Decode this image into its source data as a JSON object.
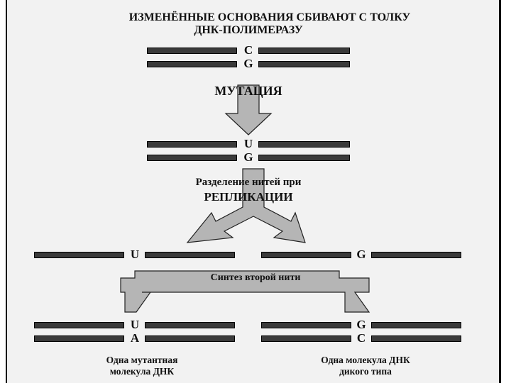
{
  "title": {
    "line1": "ИЗМЕНЁННЫЕ ОСНОВАНИЯ СБИВАЮТ С ТОЛКУ",
    "line2": "ДНК-ПОЛИМЕРАЗУ"
  },
  "initial_pair": {
    "top": "C",
    "bottom": "G"
  },
  "mutation_label": "МУТАЦИЯ",
  "mutated_pair": {
    "top": "U",
    "bottom": "G"
  },
  "separation_label": {
    "line1": "Разделение нитей при",
    "line2": "РЕПЛИКАЦИИ"
  },
  "separated_strands": {
    "left": "U",
    "right": "G"
  },
  "synthesis_label": "Синтез второй нити",
  "result_left": {
    "top": "U",
    "bottom": "A"
  },
  "result_right": {
    "top": "G",
    "bottom": "C"
  },
  "caption_left": {
    "line1": "Одна мутантная",
    "line2": "молекула ДНК"
  },
  "caption_right": {
    "line1": "Одна молекула ДНК",
    "line2": "дикого типа"
  },
  "colors": {
    "strand": "#3a3a3a",
    "arrow_fill": "#b5b5b5",
    "outline": "#222222"
  }
}
